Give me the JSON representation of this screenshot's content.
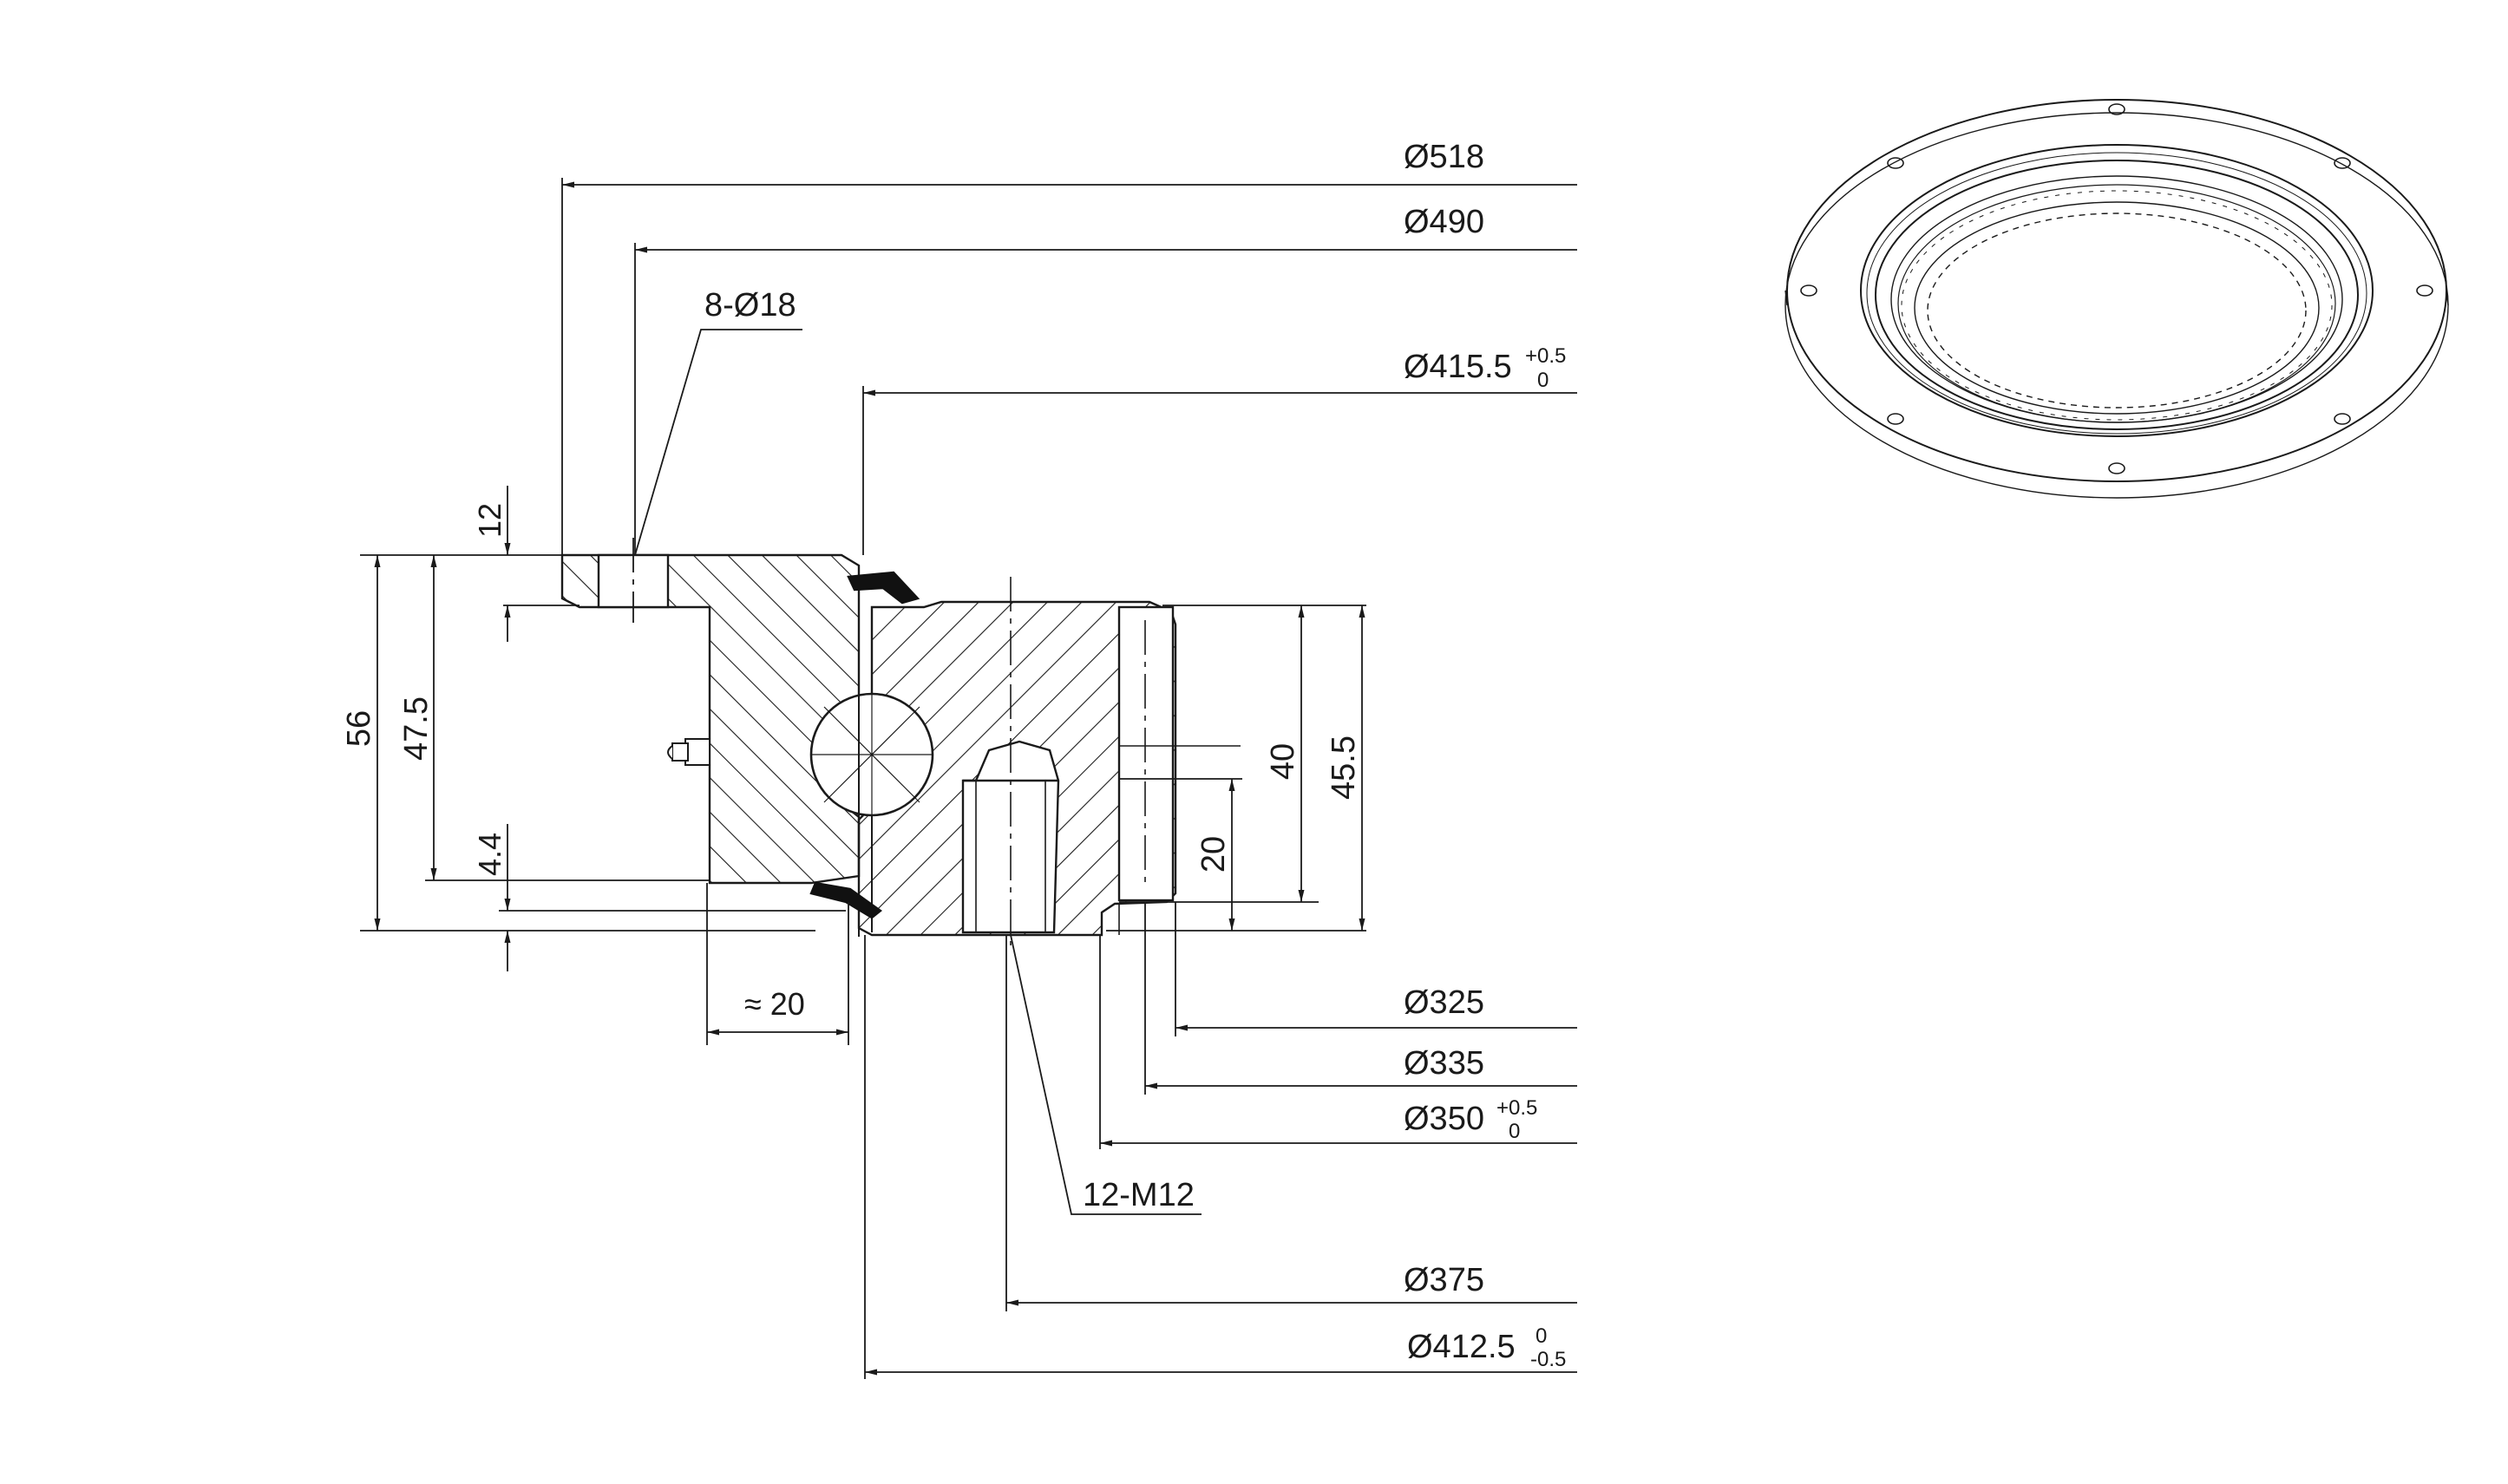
{
  "drawing": {
    "colors": {
      "line": "#1a1a1a",
      "background": "#ffffff",
      "seal": "#111111"
    },
    "dimensions": {
      "d518": "Ø518",
      "d490": "Ø490",
      "holes": "8-Ø18",
      "d415": "Ø415.5",
      "d415_tol_upper": "+0.5",
      "d415_tol_lower": "0",
      "h12": "12",
      "h56": "56",
      "h47_5": "47.5",
      "h4_4": "4.4",
      "h40": "40",
      "h45_5": "45.5",
      "h20": "20",
      "w20": "≈ 20",
      "d325": "Ø325",
      "d335": "Ø335",
      "d350": "Ø350",
      "d350_tol_upper": "+0.5",
      "d350_tol_lower": "0",
      "thread": "12-M12",
      "d375": "Ø375",
      "d412": "Ø412.5",
      "d412_tol_upper": "0",
      "d412_tol_lower": "-0.5"
    },
    "views": [
      "section-view",
      "isometric-view"
    ],
    "icons": [
      "grease-nipple-icon",
      "ball-icon",
      "gear-teeth-icon"
    ]
  }
}
